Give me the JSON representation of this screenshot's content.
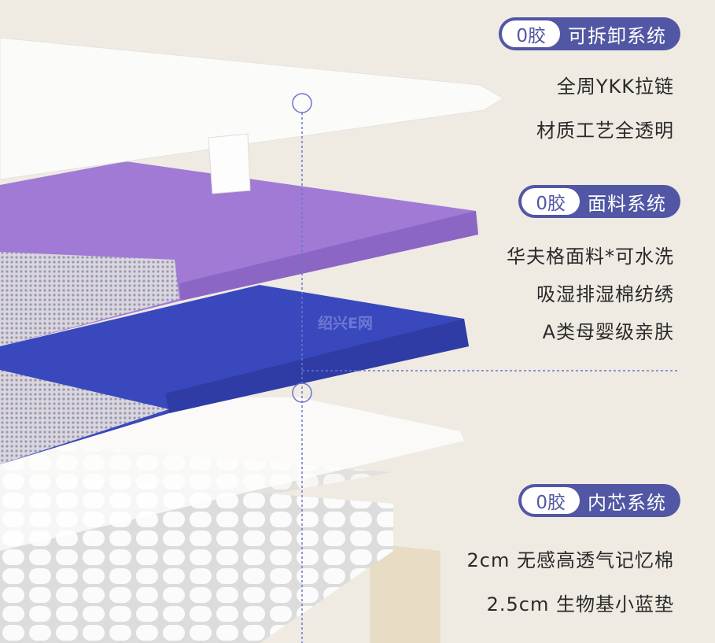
{
  "watermark": "绍兴E网",
  "sections": [
    {
      "tag": "0胶",
      "title": "可拆卸系统",
      "features": [
        "全周YKK拉链",
        "材质工艺全透明"
      ]
    },
    {
      "tag": "0胶",
      "title": "面料系统",
      "features": [
        "华夫格面料*可水洗",
        "吸湿排湿棉纺绣",
        "A类母婴级亲肤"
      ]
    },
    {
      "tag": "0胶",
      "title": "内芯系统",
      "features": [
        "2cm 无感高透气记忆棉",
        "2.5cm 生物基小蓝垫"
      ]
    }
  ],
  "colors": {
    "background": "#efebe3",
    "pill": "#5157a4",
    "purple_layer": "#a17ad6",
    "blue_layer": "#3a48bd"
  }
}
